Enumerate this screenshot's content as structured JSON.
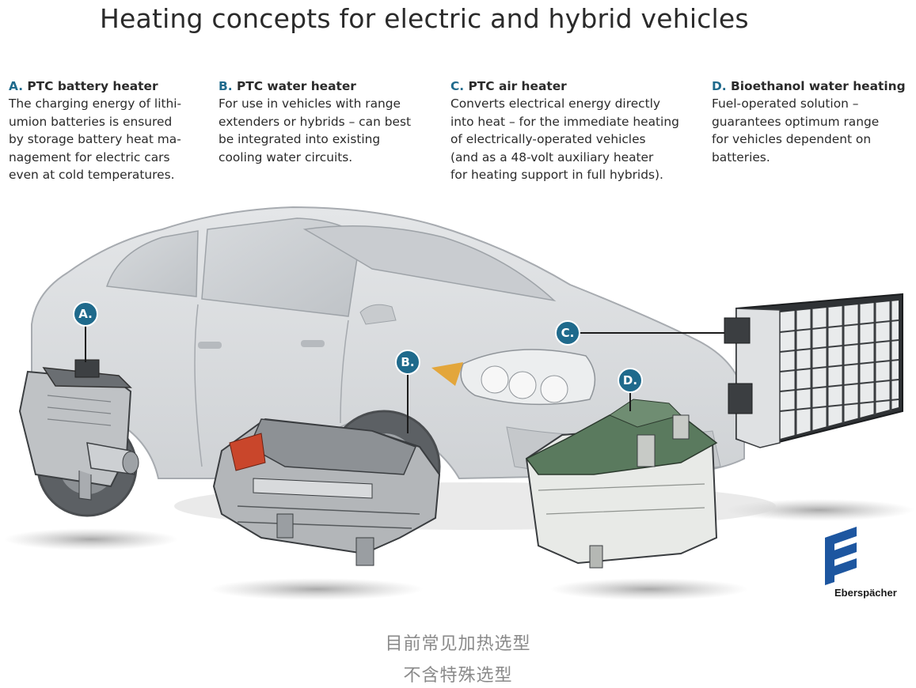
{
  "title": "Heating concepts for electric and hybrid vehicles",
  "descriptions": [
    {
      "letter": "A.",
      "heading": "PTC battery heater",
      "lines": [
        "The charging energy of lithi-",
        "umion batteries is ensured",
        "by storage battery heat ma-",
        "nagement for electric cars",
        "even at cold temperatures."
      ]
    },
    {
      "letter": "B.",
      "heading": "PTC water heater",
      "lines": [
        "For use in vehicles with range",
        "extenders or hybrids – can best",
        "be integrated into existing",
        "cooling water circuits."
      ]
    },
    {
      "letter": "C.",
      "heading": "PTC air heater",
      "lines": [
        "Converts electrical energy directly",
        "into heat – for the immediate heating",
        "of electrically-operated vehicles",
        "(and as a 48-volt auxiliary heater",
        "for heating support in full hybrids)."
      ]
    },
    {
      "letter": "D.",
      "heading": "Bioethanol water heating",
      "lines": [
        "Fuel-operated solution –",
        "guarantees optimum range",
        "for vehicles dependent on",
        "batteries."
      ]
    }
  ],
  "callouts": {
    "a": "A.",
    "b": "B.",
    "c": "C.",
    "d": "D."
  },
  "logo_text": "Eberspächer",
  "caption": {
    "line1": "目前常见加热选型",
    "line2": "不含特殊选型"
  },
  "colors": {
    "badge": "#1f6a8c",
    "logo": "#1d56a0",
    "heater_d_top": "#5a7a5e",
    "heater_b_accent": "#c9462b"
  }
}
